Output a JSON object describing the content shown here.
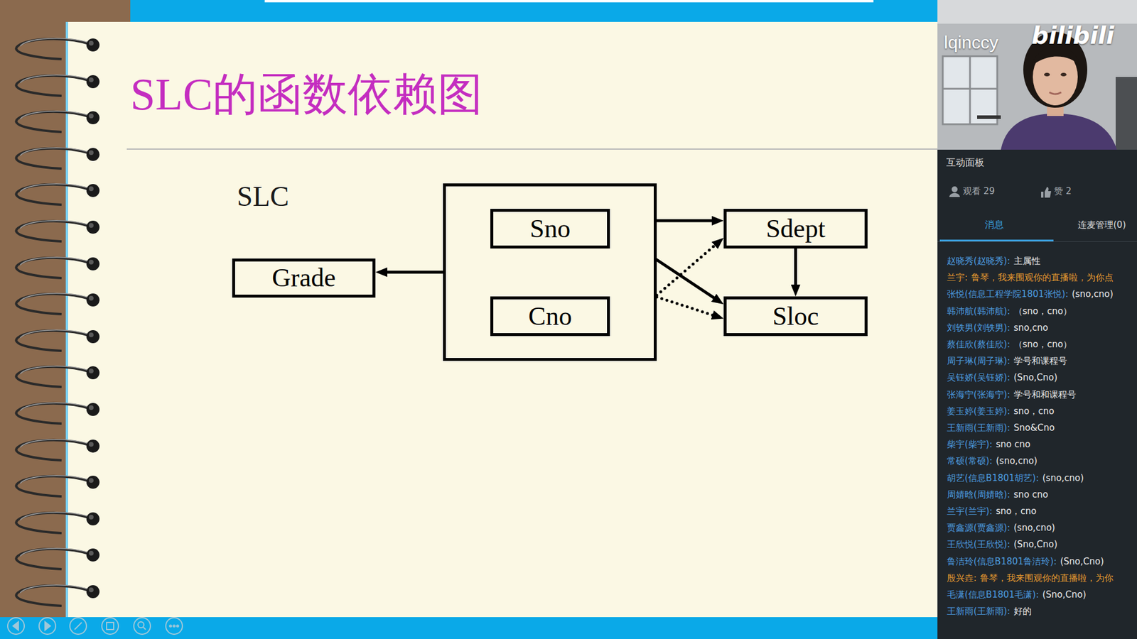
{
  "diagram": {
    "title": "SLC的函数依赖图",
    "nodes": [
      {
        "text": [
          "Grade"
        ]
      },
      {
        "text": []
      },
      {
        "text": [
          "Sno"
        ],
        "in": 1
      },
      {
        "text": [
          "Cno"
        ],
        "in": 1
      },
      {
        "text": [
          "Sdept"
        ]
      },
      {
        "text": [
          "Sloc"
        ]
      }
    ],
    "edges": [
      {
        "from": 1,
        "to": 0,
        "arrow": "to"
      },
      {
        "from": 2,
        "to": 4,
        "arrow": "to"
      },
      {
        "from": 2,
        "to": 5,
        "arrow": "to"
      },
      {
        "from": 1,
        "to": 4,
        "arrow": "to"
      },
      {
        "from": 1,
        "to": 5,
        "arrow": "to"
      },
      {
        "from": 4,
        "to": 5,
        "arrow": "to"
      }
    ],
    "labels": [
      "SLC",
      "lqinccy",
      "bilibili",
      "互动面板",
      "观看 29",
      "赞 2",
      "消息",
      "连麦管理(0)",
      "赵晓秀(赵晓秀):",
      "主属性",
      "兰宇:",
      "鲁琴，我来围观你的直播啦，为你点",
      "张悦(信息工程学院1801张悦):",
      "(sno,cno)",
      "韩沛航(韩沛航):",
      "（sno，cno）",
      "刘轶男(刘轶男):",
      "sno,cno",
      "蔡佳欣(蔡佳欣):",
      "（sno，cno）",
      "周子琳(周子琳):",
      "学号和课程号",
      "吴钰娇(吴钰娇):",
      "(Sno,Cno)",
      "张海宁(张海宁):",
      "学号和和课程号",
      "姜玉婷(姜玉婷):",
      "sno，cno",
      "王新雨(王新雨):",
      "Sno&Cno",
      "柴宇(柴宇):",
      "sno cno",
      "常硕(常硕):",
      "(sno,cno)",
      "胡艺(信息B1801胡艺):",
      "(sno,cno)",
      "周婧晗(周婧晗):",
      "sno cno",
      "兰宇(兰宇):",
      "sno，cno",
      "贾鑫源(贾鑫源):",
      "(sno,cno)",
      "王欣悦(王欣悦):",
      "(Sno,Cno)",
      "鲁洁玲(信息B1801鲁洁玲):",
      "(Sno,Cno)",
      "殷兴垚:",
      "鲁琴，我来围观你的直播啦，为你",
      "毛潇(信息B1801毛潇):",
      "(Sno,Cno)",
      "王新雨(王新雨):",
      "好的"
    ]
  }
}
